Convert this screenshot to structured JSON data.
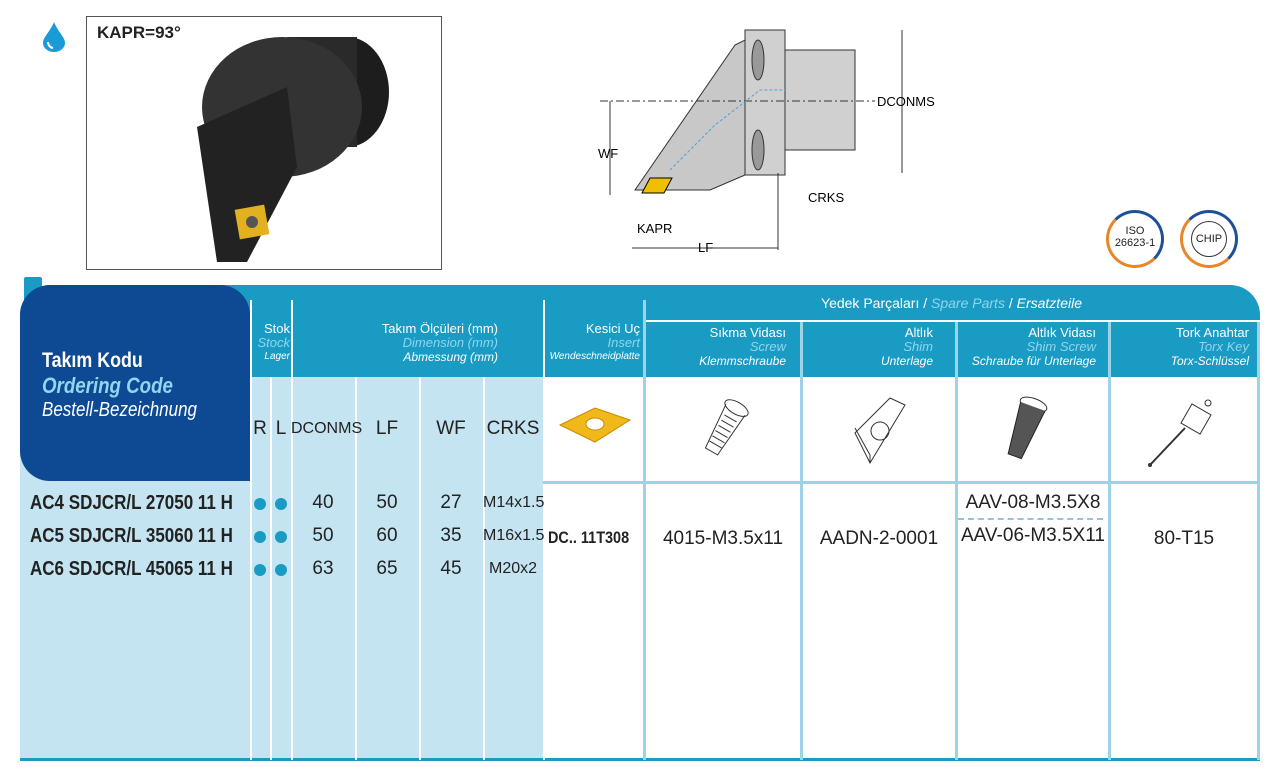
{
  "header": {
    "kapr_label": "KAPR=93°",
    "icons": [
      "coolant-drop-icon"
    ]
  },
  "diagram": {
    "labels": {
      "dconms": "DCONMS",
      "wf": "WF",
      "crks": "CRKS",
      "kapr": "KAPR",
      "lf": "LF"
    }
  },
  "badges": [
    {
      "line1": "ISO",
      "line2": "26623-1"
    },
    {
      "line1": "CHIP"
    }
  ],
  "table": {
    "ordering": {
      "tr": "Takım Kodu",
      "en": "Ordering Code",
      "de": "Bestell-Bezeichnung"
    },
    "stock": {
      "tr": "Stok",
      "en": "Stock",
      "de": "Lager",
      "cols": [
        "R",
        "L"
      ]
    },
    "dimensions": {
      "tr": "Takım Ölçüleri (mm)",
      "en": "Dimension (mm)",
      "de": "Abmessung (mm)",
      "cols": [
        "DCONMS",
        "LF",
        "WF",
        "CRKS"
      ]
    },
    "insert": {
      "tr": "Kesici Uç",
      "en": "Insert",
      "de": "Wendeschneidplatte",
      "value": "DC.. 11T308"
    },
    "spare": {
      "tr": "Yedek Parçaları",
      "en": "Spare Parts",
      "de": "Ersatzteile",
      "sep": "/",
      "cols": [
        {
          "tr": "Sıkma Vidası",
          "en": "Screw",
          "de": "Klemmschraube",
          "value": "4015-M3.5x11"
        },
        {
          "tr": "Altlık",
          "en": "Shim",
          "de": "Unterlage",
          "value": "AADN-2-0001"
        },
        {
          "tr": "Altlık Vidası",
          "en": "Shim Screw",
          "de": "Schraube für Unterlage",
          "values": [
            "AAV-08-M3.5X8",
            "AAV-06-M3.5X11"
          ]
        },
        {
          "tr": "Tork Anahtar",
          "en": "Torx Key",
          "de": "Torx-Schlüssel",
          "value": "80-T15"
        }
      ]
    },
    "rows": [
      {
        "code": "AC4 SDJCR/L 27050 11 H",
        "dconms": "40",
        "lf": "50",
        "wf": "27",
        "crks": "M14x1.5"
      },
      {
        "code": "AC5 SDJCR/L 35060 11 H",
        "dconms": "50",
        "lf": "60",
        "wf": "35",
        "crks": "M16x1.5"
      },
      {
        "code": "AC6 SDJCR/L 45065 11 H",
        "dconms": "63",
        "lf": "65",
        "wf": "45",
        "crks": "M20x2"
      }
    ]
  }
}
